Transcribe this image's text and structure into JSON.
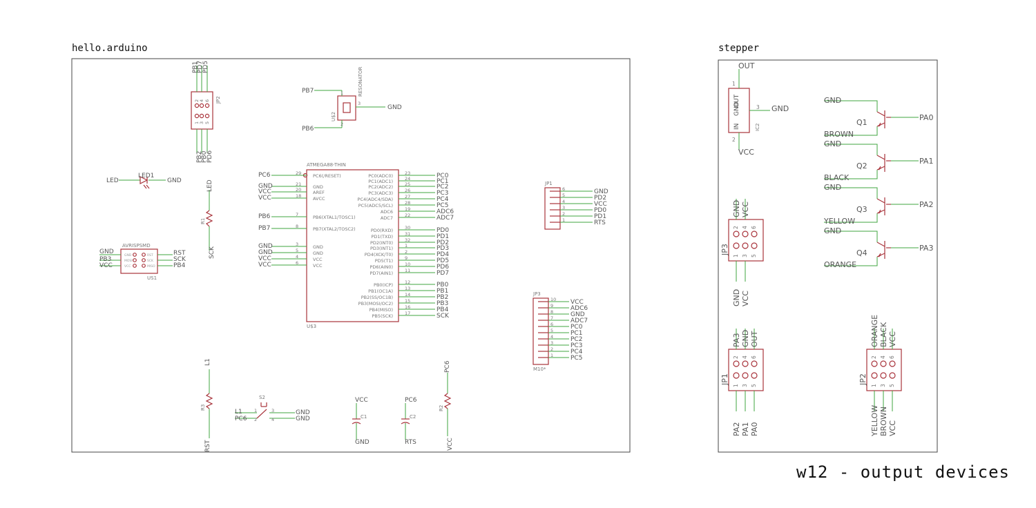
{
  "frames": {
    "left_title": "hello.arduino",
    "right_title": "stepper"
  },
  "footer": "w12 - output devices",
  "jp2": {
    "ref": "JP2",
    "top_nets": [
      "PB1",
      "PD7",
      "PD5"
    ],
    "bot_nets": [
      "PB2",
      "PB0",
      "PD6"
    ],
    "top_pins": [
      "2",
      "4",
      "6"
    ],
    "bot_pins": [
      "1",
      "3",
      "5"
    ]
  },
  "resonator": {
    "ref": "U$2",
    "value": "RESONATOR",
    "nets": [
      "PB7",
      "PB6",
      "GND"
    ],
    "pins": [
      "1",
      "2",
      "3"
    ]
  },
  "led1": {
    "ref": "LED1",
    "nets": [
      "LED",
      "GND"
    ]
  },
  "r1": {
    "ref": "R1",
    "nets": [
      "LED",
      "SCK"
    ]
  },
  "us1": {
    "value": "AVRISPSMD",
    "ref": "US1",
    "left_nets": [
      "GND",
      "PB3",
      "VCC"
    ],
    "right_nets": [
      "RST",
      "SCK",
      "PB4"
    ],
    "left_pins": [
      "GND",
      "MOSI",
      "VCC"
    ],
    "right_pins": [
      "RST",
      "SCK",
      "MISO"
    ]
  },
  "u3": {
    "value": "ATMEGA88-THIN",
    "ref": "U$3",
    "left": [
      {
        "net": "PC6",
        "num": "29",
        "pin": "PC6(/RESET)"
      },
      {
        "net": "GND",
        "num": "21",
        "pin": "GND"
      },
      {
        "net": "VCC",
        "num": "20",
        "pin": "AREF"
      },
      {
        "net": "VCC",
        "num": "18",
        "pin": "AVCC"
      },
      {
        "net": "PB6",
        "num": "7",
        "pin": "PB6(XTAL1/TOSC1)"
      },
      {
        "net": "PB7",
        "num": "8",
        "pin": "PB7(XTAL2/TOSC2)"
      },
      {
        "net": "GND",
        "num": "3",
        "pin": "GND"
      },
      {
        "net": "GND",
        "num": "5",
        "pin": "GND"
      },
      {
        "net": "VCC",
        "num": "4",
        "pin": "VCC"
      },
      {
        "net": "VCC",
        "num": "6",
        "pin": "VCC"
      }
    ],
    "right": [
      {
        "net": "PC0",
        "num": "23",
        "pin": "PC0(ADC0)"
      },
      {
        "net": "PC1",
        "num": "24",
        "pin": "PC1(ADC1)"
      },
      {
        "net": "PC2",
        "num": "25",
        "pin": "PC2(ADC2)"
      },
      {
        "net": "PC3",
        "num": "26",
        "pin": "PC3(ADC3)"
      },
      {
        "net": "PC4",
        "num": "27",
        "pin": "PC4(ADC4/SDA)"
      },
      {
        "net": "PC5",
        "num": "28",
        "pin": "PC5(ADC5/SCL)"
      },
      {
        "net": "ADC6",
        "num": "19",
        "pin": "ADC6"
      },
      {
        "net": "ADC7",
        "num": "22",
        "pin": "ADC7"
      },
      {
        "net": "PD0",
        "num": "30",
        "pin": "PD0(RXD)"
      },
      {
        "net": "PD1",
        "num": "31",
        "pin": "PD1(TXD)"
      },
      {
        "net": "PD2",
        "num": "32",
        "pin": "PD2(INT0)"
      },
      {
        "net": "PD3",
        "num": "1",
        "pin": "PD3(INT1)"
      },
      {
        "net": "PD4",
        "num": "2",
        "pin": "PD4(XCK/T0)"
      },
      {
        "net": "PD5",
        "num": "9",
        "pin": "PD5(T1)"
      },
      {
        "net": "PD6",
        "num": "10",
        "pin": "PD6(AIN0)"
      },
      {
        "net": "PD7",
        "num": "11",
        "pin": "PD7(AIN1)"
      },
      {
        "net": "PB0",
        "num": "12",
        "pin": "PB0(ICP)"
      },
      {
        "net": "PB1",
        "num": "13",
        "pin": "PB1(OC1A)"
      },
      {
        "net": "PB2",
        "num": "14",
        "pin": "PB2(SS/OC1B)"
      },
      {
        "net": "PB3",
        "num": "15",
        "pin": "PB3(MOSI/OC2)"
      },
      {
        "net": "PB4",
        "num": "16",
        "pin": "PB4(MISO)"
      },
      {
        "net": "SCK",
        "num": "17",
        "pin": "PB5(SCK)"
      }
    ]
  },
  "jp1_left": {
    "ref": "JP1",
    "pins": [
      "6",
      "5",
      "4",
      "3",
      "2",
      "1"
    ],
    "nets": [
      "GND",
      "PD2",
      "VCC",
      "PD0",
      "PD1",
      "RTS"
    ]
  },
  "jp3_left": {
    "ref": "JP3",
    "value": "M10*",
    "pins": [
      "10",
      "9",
      "8",
      "7",
      "6",
      "5",
      "4",
      "3",
      "2",
      "1"
    ],
    "nets": [
      "VCC",
      "ADC6",
      "GND",
      "ADC7",
      "PC0",
      "PC1",
      "PC2",
      "PC3",
      "PC4",
      "PC5"
    ]
  },
  "r3": {
    "ref": "R3",
    "nets": [
      "L1",
      "RST"
    ]
  },
  "s2": {
    "ref": "S2",
    "left_nets": [
      "L1",
      "PC6"
    ],
    "right_nets": [
      "GND",
      "GND"
    ],
    "pins": [
      "1",
      "2",
      "3",
      "4"
    ]
  },
  "c1": {
    "ref": "C1",
    "nets": [
      "VCC",
      "GND"
    ]
  },
  "c2": {
    "ref": "C2",
    "nets": [
      "PC6",
      "RTS"
    ]
  },
  "r2": {
    "ref": "R2",
    "nets": [
      "PC6",
      "VCC"
    ]
  },
  "ic2": {
    "ref": "IC2",
    "pin_out": "OUT",
    "pin_gnd": "GND",
    "pin_in": "IN",
    "net_out": "OUT",
    "net_gnd": "GND",
    "net_in": "VCC",
    "nums": [
      "1",
      "3",
      "2"
    ]
  },
  "transistors": [
    {
      "ref": "Q1",
      "top": "GND",
      "bottom": "BROWN",
      "right": "PA0"
    },
    {
      "ref": "Q2",
      "top": "GND",
      "bottom": "BLACK",
      "right": "PA1"
    },
    {
      "ref": "Q3",
      "top": "GND",
      "bottom": "YELLOW",
      "right": "PA2"
    },
    {
      "ref": "Q4",
      "top": "GND",
      "bottom": "ORANGE",
      "right": "PA3"
    }
  ],
  "jp3_right": {
    "ref": "JP3",
    "top_nets": [
      "GND",
      "VCC"
    ],
    "bot_nets": [
      "GND",
      "VCC"
    ],
    "top_pins": [
      "2",
      "4",
      "6"
    ],
    "bot_pins": [
      "1",
      "3",
      "5"
    ]
  },
  "jp1_right": {
    "ref": "JP1",
    "top_nets": [
      "PA3",
      "GND",
      "OUT"
    ],
    "bot_nets": [
      "PA2",
      "PA1",
      "PA0"
    ],
    "top_pins": [
      "2",
      "4",
      "6"
    ],
    "bot_pins": [
      "1",
      "3",
      "5"
    ]
  },
  "jp2_right": {
    "ref": "JP2",
    "top_nets": [
      "ORANGE",
      "BLACK",
      "VCC"
    ],
    "bot_nets": [
      "YELLOW",
      "BROWN",
      "VCC"
    ],
    "top_pins": [
      "2",
      "4",
      "6"
    ],
    "bot_pins": [
      "1",
      "3",
      "5"
    ]
  }
}
